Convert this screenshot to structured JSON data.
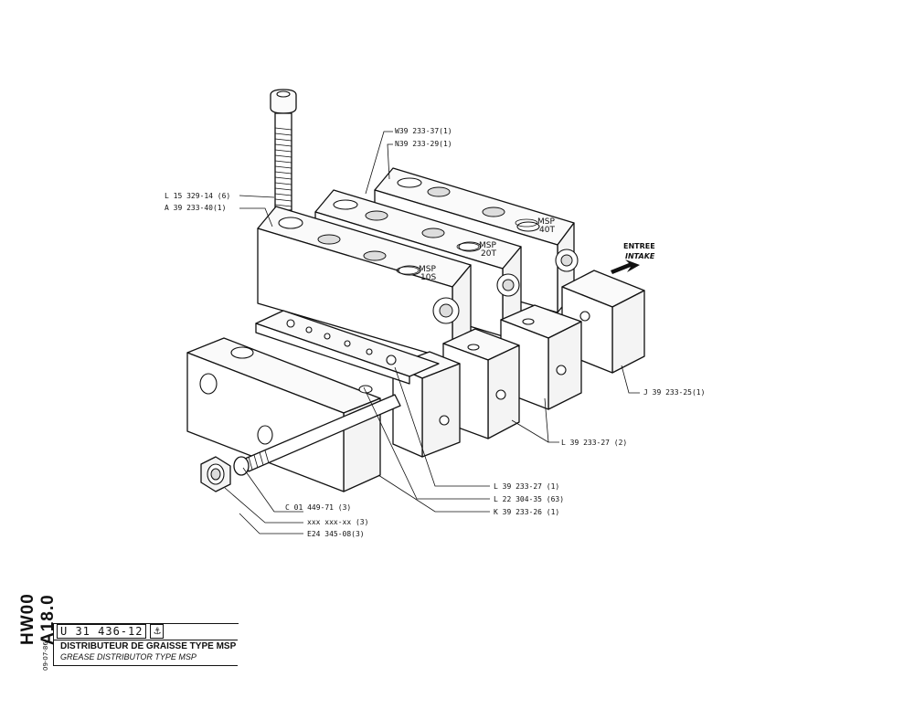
{
  "drawing": {
    "callouts": {
      "w39": "W39 233-37(1)",
      "n39": "N39 233-29(1)",
      "l15": "L 15 329-14 (6)",
      "a39": "A 39 233-40(1)",
      "j39": "J 39 233-25(1)",
      "l39_2": "L 39 233-27 (2)",
      "l39_1": "L 39 233-27 (1)",
      "l22": "L 22 304-35 (63)",
      "k39": "K 39 233-26 (1)",
      "c01": "C 01 449-71 (3)",
      "xxx": "xxx xxx-xx (3)",
      "e24": "E24 345-08(3)"
    },
    "markings": {
      "msp10": "MSP",
      "msp10_num": "10S",
      "msp20": "MSP",
      "msp20_num": "20T",
      "msp40": "MSP",
      "msp40_num": "40T"
    },
    "intake_fr": "ENTREE",
    "intake_en": "INTAKE"
  },
  "title_block": {
    "vertical_code": "HW00 A18.0",
    "date": "09-07-86",
    "reference": "U 31 436-12",
    "symbol": "⚓",
    "title_fr": "DISTRIBUTEUR DE GRAISSE TYPE MSP",
    "title_en": "GREASE DISTRIBUTOR TYPE MSP"
  }
}
